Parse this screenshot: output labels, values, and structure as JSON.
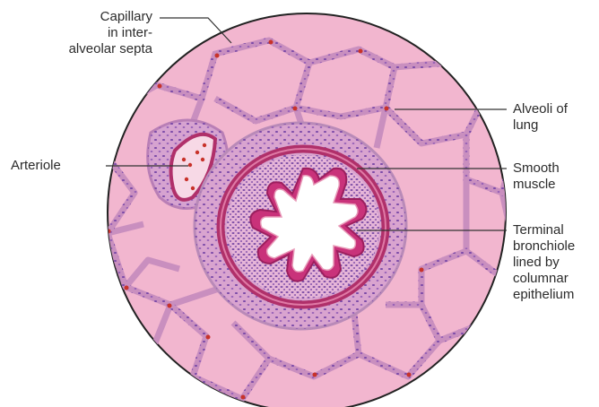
{
  "labels": {
    "capillary": "Capillary\nin inter-\nalveolar septa",
    "arteriole": "Arteriole",
    "alveoli": "Alveoli of\nlung",
    "smooth_muscle": "Smooth\nmuscle",
    "terminal_bronchiole": "Terminal\nbronchiole\nlined by\ncolumnar\nepithelium"
  },
  "colors": {
    "tissue_background": "#f2b6cf",
    "septa": "#c98fbf",
    "nuclei": "#7b4aa8",
    "blood_cells": "#c8322a",
    "muscle_ring": "#b0306a",
    "lumen": "#ffffff",
    "outline": "#222222",
    "leader_lines": "#333333"
  }
}
